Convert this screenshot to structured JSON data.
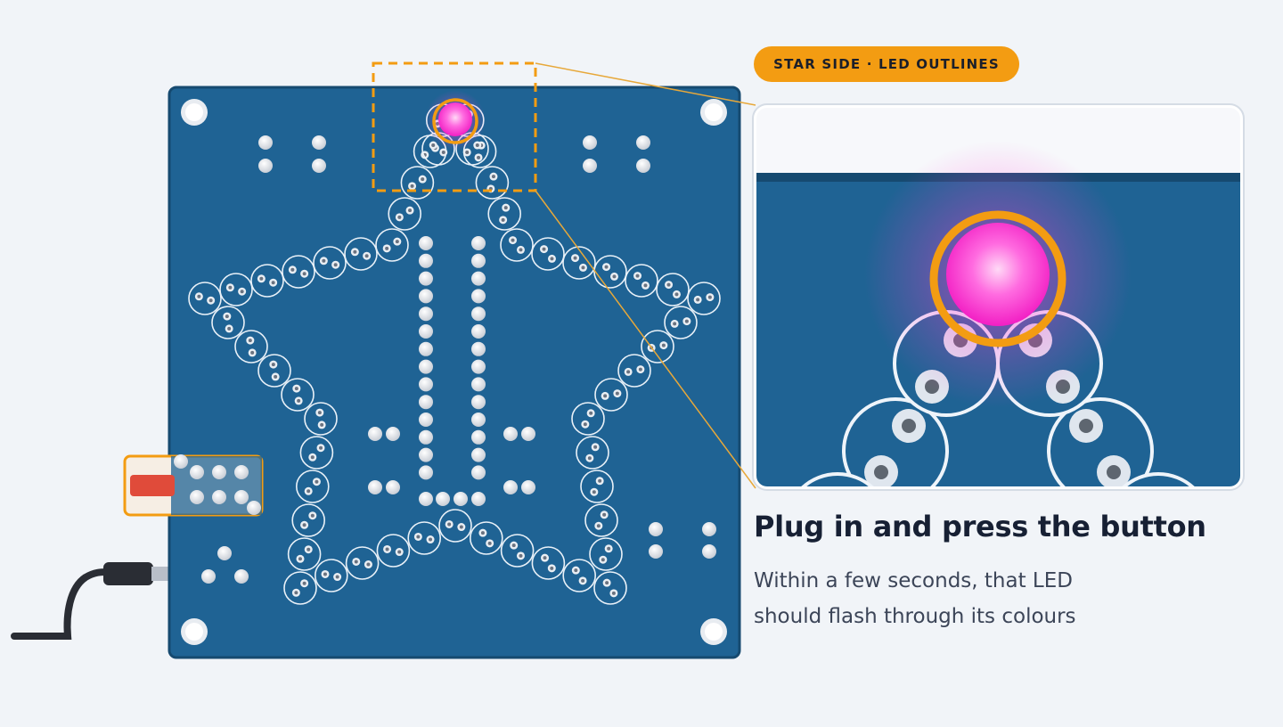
{
  "badge": {
    "label": "STAR SIDE · LED OUTLINES"
  },
  "caption": {
    "title": "Plug in and press the button",
    "lines": [
      "Within a few seconds, that LED",
      "should flash through its colours"
    ]
  },
  "colors": {
    "background": "#f1f4f8",
    "board": "#1f6394",
    "board_edge": "#164a70",
    "highlight": "#f39c12",
    "led": "#ff3fd6",
    "switch": "#e04b3a",
    "cable": "#2a2d34"
  },
  "icons": [
    "usb-plug-icon",
    "slide-switch-icon",
    "led-icon"
  ]
}
